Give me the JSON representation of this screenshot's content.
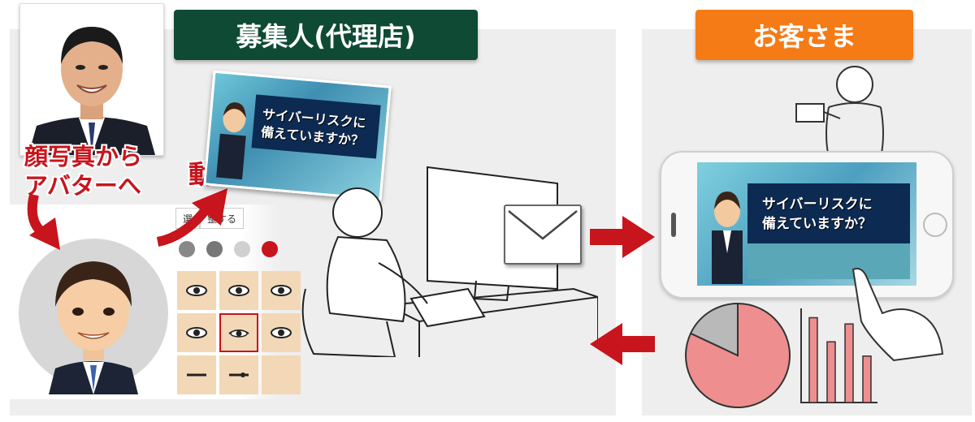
{
  "labels": {
    "recruiter_tag": "募集人(代理店)",
    "customer_tag": "お客さま",
    "photo_to_avatar_line1": "顔写真から",
    "photo_to_avatar_line2": "アバターへ",
    "to_video": "動画化"
  },
  "editor": {
    "tab_left": "選",
    "tab_right": "整する"
  },
  "video": {
    "caption_line1": "サイバーリスクに",
    "caption_line2": "備えていますか？"
  },
  "colors": {
    "recruiter_tag_bg": "#0e4a34",
    "customer_tag_bg": "#f47b16",
    "arrow_red": "#c8141c",
    "pie_main": "#ee8e8e",
    "pie_slice": "#b9b9b9",
    "bar_color": "#ee8e8e"
  },
  "chart_data": {
    "type": "pie",
    "values": [
      82,
      18
    ]
  },
  "chart_data_bars": {
    "type": "bar",
    "values": [
      95,
      68,
      88,
      52
    ]
  }
}
